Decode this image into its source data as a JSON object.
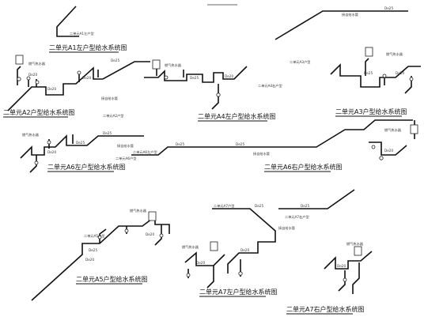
{
  "diagrams": [
    {
      "id": "a1",
      "title": "二单元A1左户型给水系统图",
      "notes": [
        {
          "text": "二单元A1左户型"
        }
      ]
    },
    {
      "id": "a2",
      "title": "二单元A2户型给水系统图",
      "notes": [
        {
          "text": "二单元A2户型"
        },
        {
          "text": "燃气热水器"
        },
        {
          "text": "接自给水管"
        }
      ],
      "dims": [
        {
          "text": "De25"
        },
        {
          "text": "De20"
        },
        {
          "text": "De20"
        },
        {
          "text": "De20"
        }
      ]
    },
    {
      "id": "a4",
      "title": "二单元A4左户型给水系统图",
      "notes": [
        {
          "text": "燃气热水器"
        },
        {
          "text": "二单元A4右户型"
        }
      ],
      "dims": [
        {
          "text": "De25"
        },
        {
          "text": "De20"
        }
      ]
    },
    {
      "id": "a3",
      "title": "二单元A3户型给水系统图",
      "notes": [
        {
          "text": "接自给水管"
        },
        {
          "text": "二单元A3户型"
        },
        {
          "text": "燃气热水器"
        }
      ],
      "dims": [
        {
          "text": "De25"
        },
        {
          "text": "De25"
        },
        {
          "text": "De20"
        }
      ]
    },
    {
      "id": "a6l",
      "title": "二单元A6左户型给水系统图",
      "notes": [
        {
          "text": "燃气热水器"
        },
        {
          "text": "接自给水管"
        },
        {
          "text": "二单元A6户型"
        }
      ],
      "dims": [
        {
          "text": "De25"
        },
        {
          "text": "De20"
        },
        {
          "text": "De25"
        }
      ]
    },
    {
      "id": "a6r",
      "title": "二单元A6右户型给水系统图",
      "notes": [
        {
          "text": "二单元A6左户型"
        },
        {
          "text": "接自给水管"
        },
        {
          "text": "燃气热水器"
        }
      ],
      "dims": [
        {
          "text": "De25"
        },
        {
          "text": "De25"
        },
        {
          "text": "De20"
        }
      ]
    },
    {
      "id": "a5",
      "title": "二单元A5户型给水系统图",
      "notes": [
        {
          "text": "燃气热水器"
        },
        {
          "text": "二单元A5户型"
        }
      ],
      "dims": [
        {
          "text": "De25"
        },
        {
          "text": "De20"
        },
        {
          "text": "De20"
        }
      ]
    },
    {
      "id": "a7l",
      "title": "二单元A7左户型给水系统图",
      "notes": [
        {
          "text": "二单元A7户型"
        },
        {
          "text": "燃气热水器"
        },
        {
          "text": "接自给水管"
        }
      ],
      "dims": [
        {
          "text": "De25"
        },
        {
          "text": "De20"
        },
        {
          "text": "De20"
        }
      ]
    },
    {
      "id": "a7r",
      "title": "二单元A7右户型给水系统图",
      "notes": [
        {
          "text": "二单元A7右户型"
        },
        {
          "text": "燃气热水器"
        }
      ],
      "dims": [
        {
          "text": "De25"
        },
        {
          "text": "De20"
        }
      ]
    }
  ]
}
